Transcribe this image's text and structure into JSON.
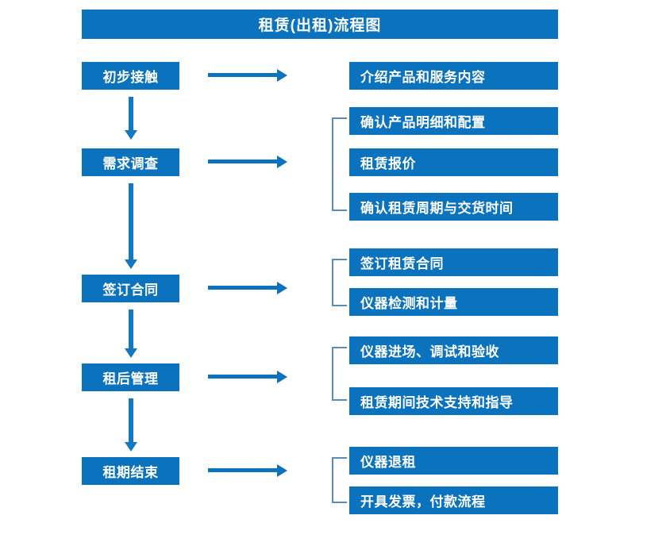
{
  "diagram": {
    "title": "租赁(出租)流程图",
    "colors": {
      "box_fill": "#0B72BE",
      "box_text": "#FFFFFF",
      "arrow": "#0B72BE",
      "vertical_arrow": "#1478BE",
      "bracket": "#5B8DB8",
      "background": "#FFFFFF"
    },
    "stages": [
      {
        "id": "stage-1",
        "label": "初步接触"
      },
      {
        "id": "stage-2",
        "label": "需求调查"
      },
      {
        "id": "stage-3",
        "label": "签订合同"
      },
      {
        "id": "stage-4",
        "label": "租后管理"
      },
      {
        "id": "stage-5",
        "label": "租期结束"
      }
    ],
    "details": [
      {
        "id": "detail-1-1",
        "label": "介绍产品和服务内容"
      },
      {
        "id": "detail-2-1",
        "label": "确认产品明细和配置"
      },
      {
        "id": "detail-2-2",
        "label": "租赁报价"
      },
      {
        "id": "detail-2-3",
        "label": "确认租赁周期与交货时间"
      },
      {
        "id": "detail-3-1",
        "label": "签订租赁合同"
      },
      {
        "id": "detail-3-2",
        "label": "仪器检测和计量"
      },
      {
        "id": "detail-4-1",
        "label": "仪器进场、调试和验收"
      },
      {
        "id": "detail-4-2",
        "label": "租赁期间技术支持和指导"
      },
      {
        "id": "detail-5-1",
        "label": "仪器退租"
      },
      {
        "id": "detail-5-2",
        "label": "开具发票，付款流程"
      }
    ],
    "connectors": {
      "horizontal_arrow_count": 5,
      "vertical_arrow_count": 4,
      "bracket_count": 4
    }
  }
}
